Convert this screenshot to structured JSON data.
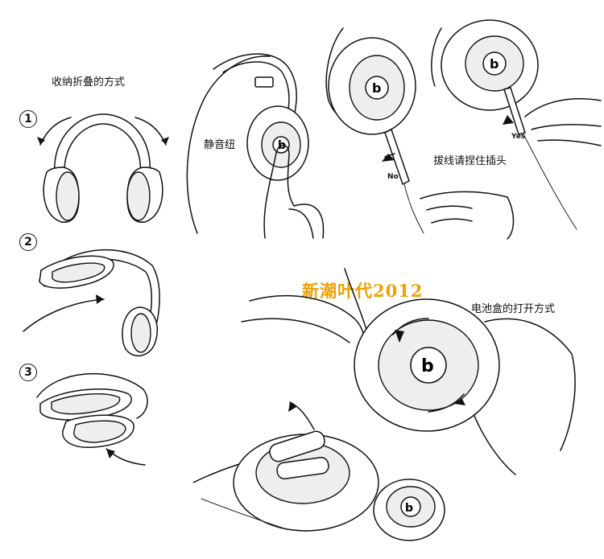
{
  "labels": {
    "fold_title": "收纳折叠的方式",
    "mute_button": "静音纽",
    "unplug_instruction": "拔线请捏住插头",
    "battery_title": "电池盒的打开方式",
    "no": "No",
    "yes": "Yes"
  },
  "steps": [
    "1",
    "2",
    "3"
  ],
  "logo_text": "b",
  "watermark": "新潮叶代2012"
}
